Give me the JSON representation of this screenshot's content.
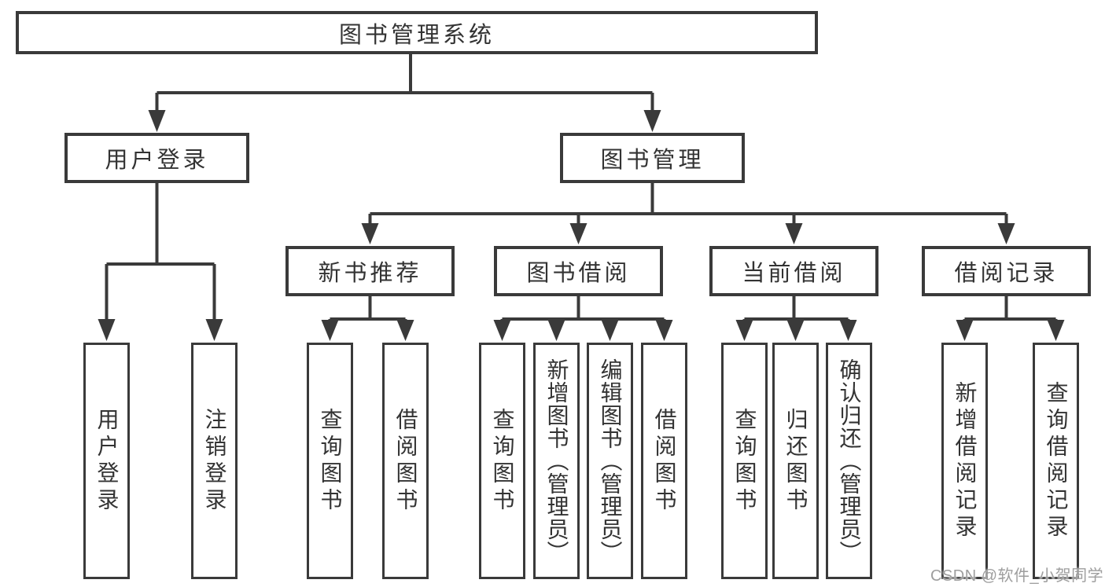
{
  "diagram": {
    "root": {
      "label": "图书管理系统"
    },
    "branches": [
      {
        "label": "用户登录",
        "children": [
          {
            "label": "用户登录"
          },
          {
            "label": "注销登录"
          }
        ]
      },
      {
        "label": "图书管理",
        "children": [
          {
            "label": "新书推荐",
            "children": [
              {
                "label": "查询图书"
              },
              {
                "label": "借阅图书"
              }
            ]
          },
          {
            "label": "图书借阅",
            "children": [
              {
                "label": "查询图书"
              },
              {
                "label": "新增图书（管理员）"
              },
              {
                "label": "编辑图书（管理员）"
              },
              {
                "label": "借阅图书"
              }
            ]
          },
          {
            "label": "当前借阅",
            "children": [
              {
                "label": "查询图书"
              },
              {
                "label": "归还图书"
              },
              {
                "label": "确认归还（管理员）"
              }
            ]
          },
          {
            "label": "借阅记录",
            "children": [
              {
                "label": "新增借阅记录"
              },
              {
                "label": "查询借阅记录"
              }
            ]
          }
        ]
      }
    ]
  },
  "watermark": "CSDN @软件_小贺同学",
  "colors": {
    "line": "#3a3a3a",
    "text": "#333333",
    "background": "#ffffff",
    "watermark": "#9e9e9e"
  }
}
